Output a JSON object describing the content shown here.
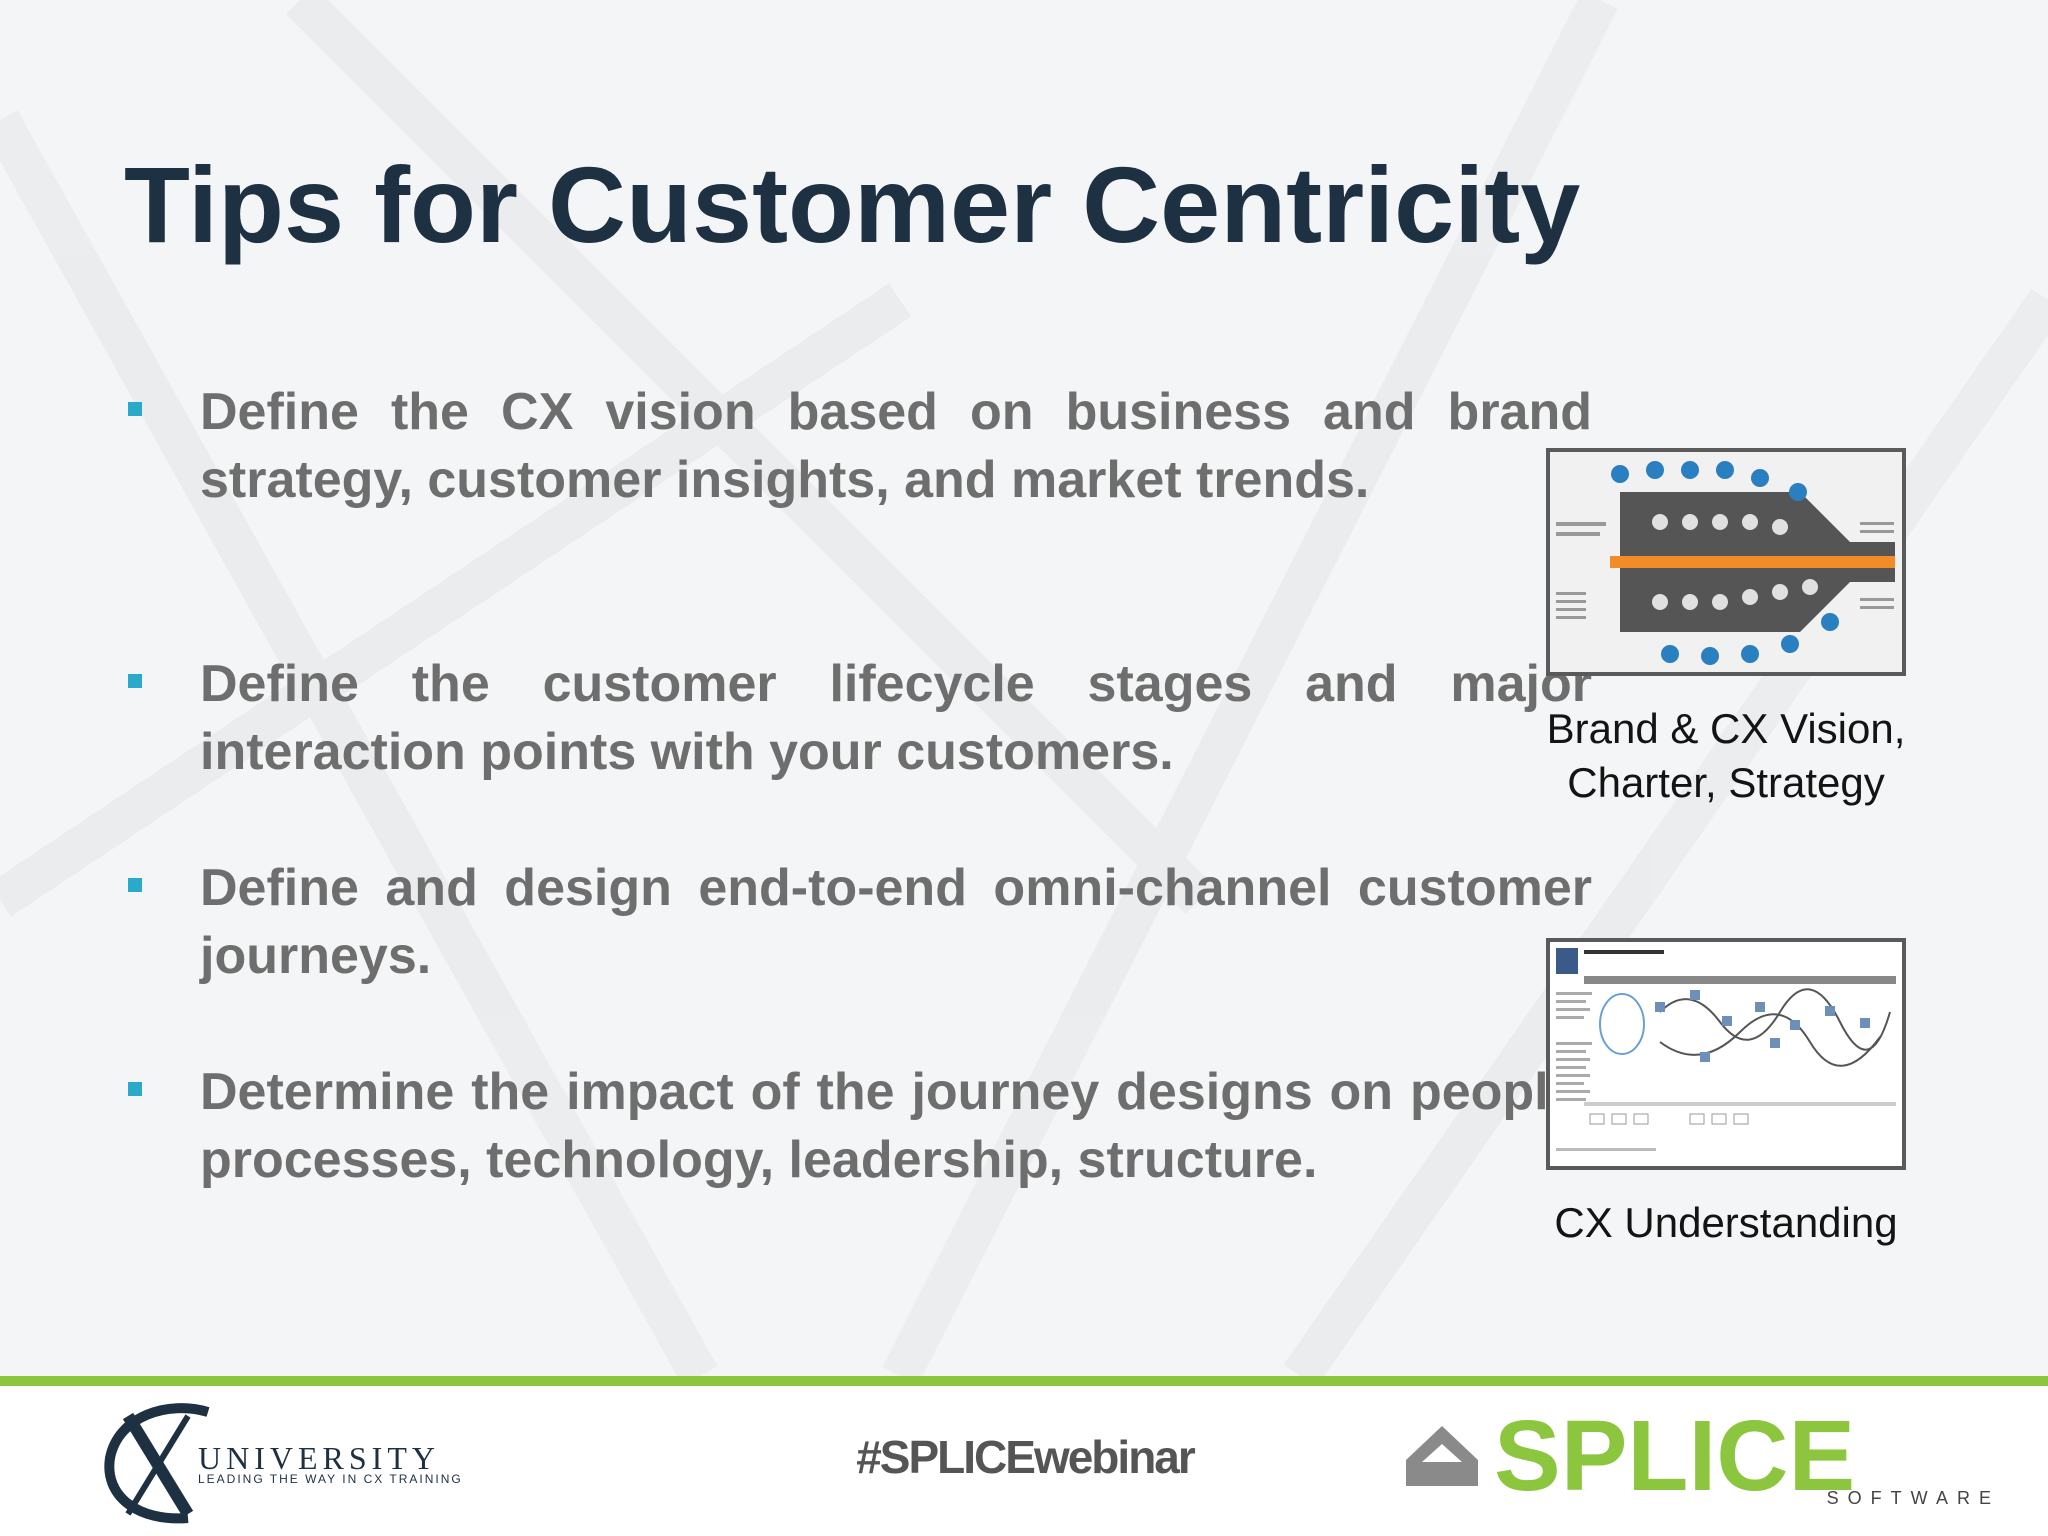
{
  "slide": {
    "title": "Tips for Customer Centricity",
    "bullets": [
      {
        "text": "Define the CX vision based on business and brand strategy, customer insights, and market trends."
      },
      {
        "text": "Define the customer lifecycle stages and major interaction points with your customers."
      },
      {
        "text": "Define and design end-to-end omni-channel customer journeys."
      },
      {
        "text": "Determine the impact of the journey designs on people, processes, technology, leadership, structure."
      }
    ],
    "figures": [
      {
        "caption": "Brand & CX Vision, Charter, Strategy"
      },
      {
        "caption": "CX Understanding"
      }
    ]
  },
  "footer": {
    "university_word": "UNIVERSITY",
    "university_tagline": "LEADING THE WAY IN CX TRAINING",
    "hashtag": "#SPLICEwebinar",
    "splice_word": "SPLICE",
    "splice_sub": "SOFTWARE"
  },
  "colors": {
    "title": "#1e3143",
    "bullet_text": "#6e6e6e",
    "bullet_marker": "#2aa9c9",
    "accent_green": "#8cc63f"
  }
}
